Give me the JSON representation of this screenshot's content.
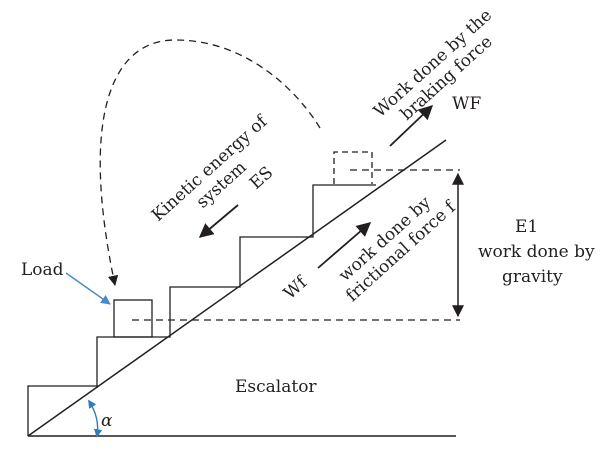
{
  "labels": {
    "braking_work": [
      "Work done by the",
      "braking force"
    ],
    "braking_symbol": "WF",
    "kinetic_energy": [
      "Kinetic energy of",
      "system"
    ],
    "kinetic_symbol": "ES",
    "gravity_symbol": "E1",
    "gravity_work": [
      "work done by",
      "gravity"
    ],
    "load": "Load",
    "friction_symbol": "Wf",
    "friction_work": [
      "work done by",
      "frictional force f"
    ],
    "escalator": "Escalator",
    "angle": "α"
  },
  "colors": {
    "stroke": "#231f20",
    "load_pointer": "#4a8ac9",
    "angle_arc": "#2e7bbf"
  }
}
